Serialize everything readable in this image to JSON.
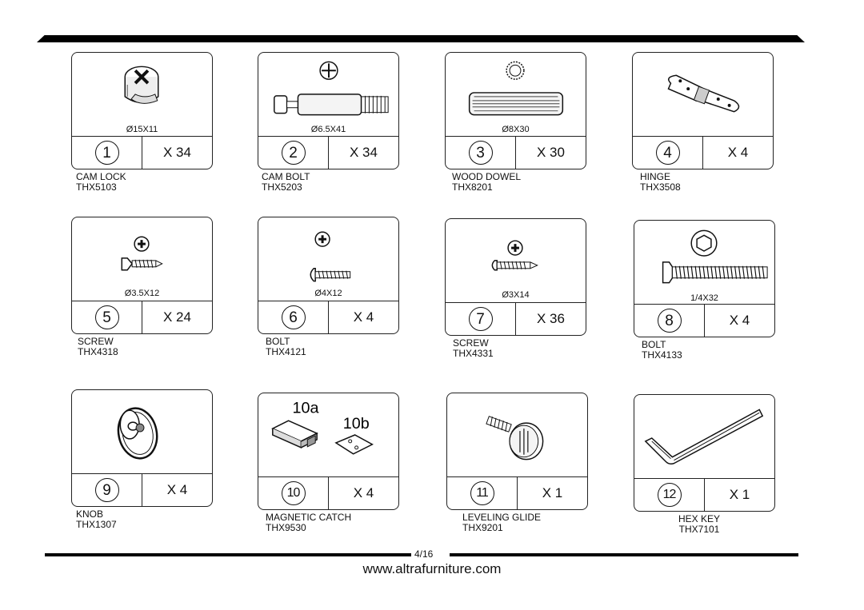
{
  "parts": [
    {
      "num": "1",
      "dim": "Ø15X11",
      "qty": "X 34",
      "name": "CAM LOCK",
      "code": "THX5103",
      "icon": "cam-lock-icon"
    },
    {
      "num": "2",
      "dim": "Ø6.5X41",
      "qty": "X 34",
      "name": "CAM BOLT",
      "code": "THX5203",
      "icon": "cam-bolt-icon"
    },
    {
      "num": "3",
      "dim": "Ø8X30",
      "qty": "X 30",
      "name": "WOOD DOWEL",
      "code": "THX8201",
      "icon": "wood-dowel-icon"
    },
    {
      "num": "4",
      "dim": "",
      "qty": "X 4",
      "name": "HINGE",
      "code": "THX3508",
      "icon": "hinge-icon"
    },
    {
      "num": "5",
      "dim": "Ø3.5X12",
      "qty": "X 24",
      "name": "SCREW",
      "code": "THX4318",
      "icon": "screw-icon"
    },
    {
      "num": "6",
      "dim": "Ø4X12",
      "qty": "X 4",
      "name": "BOLT",
      "code": "THX4121",
      "icon": "bolt-icon"
    },
    {
      "num": "7",
      "dim": "Ø3X14",
      "qty": "X 36",
      "name": "SCREW",
      "code": "THX4331",
      "icon": "screw-icon"
    },
    {
      "num": "8",
      "dim": "1/4X32",
      "qty": "X 4",
      "name": "BOLT",
      "code": "THX4133",
      "icon": "hex-bolt-icon"
    },
    {
      "num": "9",
      "dim": "",
      "qty": "X 4",
      "name": "KNOB",
      "code": "THX1307",
      "icon": "ring-knob-icon"
    },
    {
      "num": "10",
      "dim": "",
      "qty": "X 4",
      "name": "MAGNETIC CATCH",
      "code": "THX9530",
      "icon": "magnetic-catch-icon",
      "sub_a": "10a",
      "sub_b": "10b"
    },
    {
      "num": "11",
      "dim": "",
      "qty": "X 1",
      "name": "LEVELING GLIDE",
      "code": "THX9201",
      "icon": "leveling-glide-icon"
    },
    {
      "num": "12",
      "dim": "",
      "qty": "X 1",
      "name": "HEX KEY",
      "code": "THX7101",
      "icon": "hex-key-icon"
    }
  ],
  "footer": {
    "page": "4/16",
    "website": "www.altrafurniture.com"
  }
}
